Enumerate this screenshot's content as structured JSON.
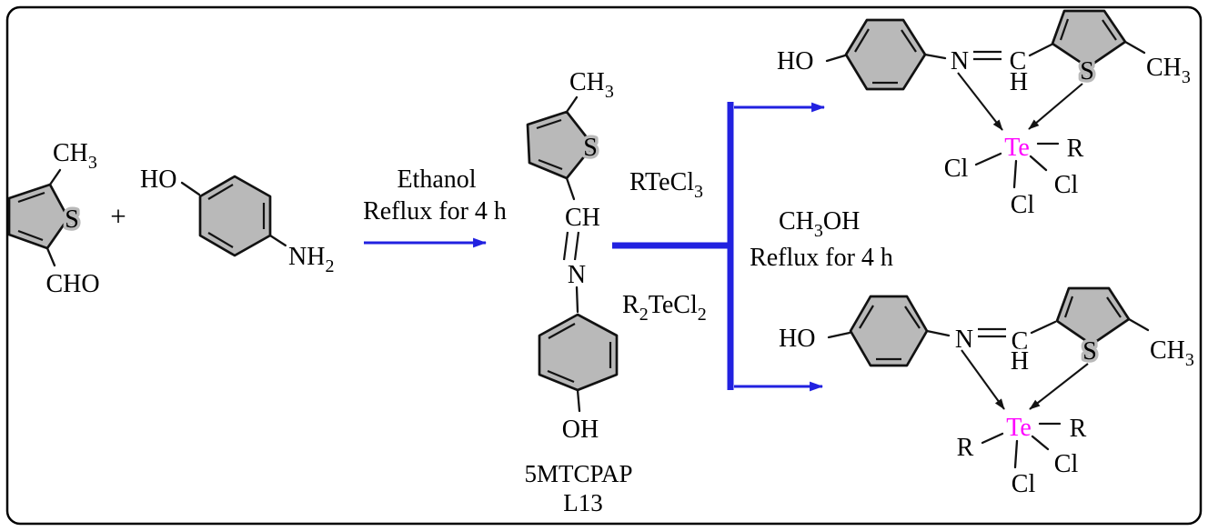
{
  "figure": {
    "kind": "chemical-reaction-scheme",
    "colors": {
      "arrow_blue": "#2121e0",
      "te_magenta": "#ff00ff",
      "ring_fill": "#b9b9b9",
      "ink": "#121212",
      "background": "#ffffff"
    }
  },
  "atoms": {
    "ch3_base": "CH",
    "ch3_sub": "3",
    "s": "S",
    "cho": "CHO",
    "plus": "+",
    "ho": "HO",
    "oh": "OH",
    "nh2_base": "NH",
    "nh2_sub": "2",
    "n": "N",
    "c": "C",
    "h": "H",
    "ch": "CH",
    "te": "Te",
    "cl": "Cl",
    "r": "R"
  },
  "reagents": {
    "step1_solvent": "Ethanol",
    "step1_conditions": "Reflux for 4 h",
    "path_top_base": "RTeCl",
    "path_top_sub": "3",
    "path_bottom_r": "R",
    "path_bottom_rsub": "2",
    "path_bottom_base": "TeCl",
    "path_bottom_sub": "2",
    "step2_solvent_base": "CH",
    "step2_solvent_sub": "3",
    "step2_solvent_tail": "OH",
    "step2_conditions": "Reflux for 4 h"
  },
  "product": {
    "name": "5MTCPAP",
    "code": "L13"
  }
}
